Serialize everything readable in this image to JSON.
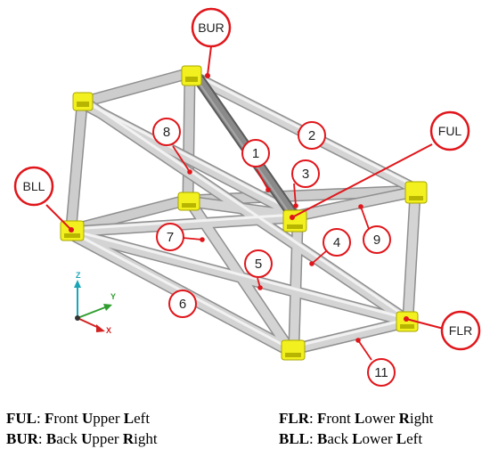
{
  "nodes": {
    "bur": "BUR",
    "ful": "FUL",
    "bll": "BLL",
    "flr": "FLR"
  },
  "members": [
    "1",
    "2",
    "3",
    "4",
    "5",
    "6",
    "7",
    "8",
    "9",
    "11"
  ],
  "axes": {
    "z": "Z",
    "y": "Y",
    "x": "X"
  },
  "legend": {
    "ful": {
      "abbr": "FUL",
      "sep": ": ",
      "w1b": "F",
      "w1r": "ront ",
      "w2b": "U",
      "w2r": "pper ",
      "w3b": "L",
      "w3r": "eft"
    },
    "bur": {
      "abbr": "BUR",
      "sep": ": ",
      "w1b": "B",
      "w1r": "ack ",
      "w2b": "U",
      "w2r": "pper ",
      "w3b": "R",
      "w3r": "ight"
    },
    "flr": {
      "abbr": "FLR",
      "sep": ": ",
      "w1b": "F",
      "w1r": "ront ",
      "w2b": "L",
      "w2r": "ower ",
      "w3b": "R",
      "w3r": "ight"
    },
    "bll": {
      "abbr": "BLL",
      "sep": ": ",
      "w1b": "B",
      "w1r": "ack ",
      "w2b": "L",
      "w2r": "ower ",
      "w3b": "L",
      "w3r": "eft"
    }
  },
  "colors": {
    "tube": "#c9c9c9",
    "tube_dark": "#7d7d7d",
    "joint": "#f2f01e",
    "callout": "#e0161b",
    "axis_z": "#1aa6b7",
    "axis_y": "#2f9e2f",
    "axis_x": "#d32020"
  }
}
